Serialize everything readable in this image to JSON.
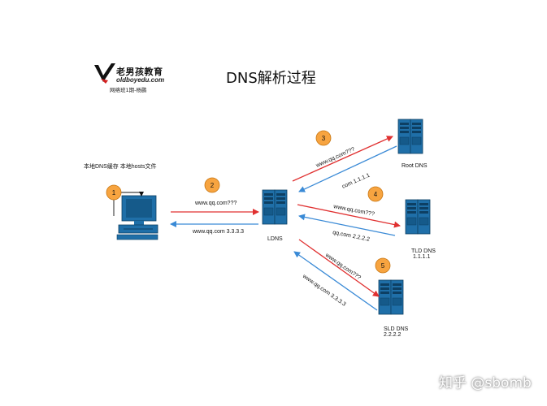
{
  "title": "DNS解析过程",
  "logo": {
    "name": "老男孩教育",
    "url": "oldboyedu.com",
    "subtitle": "网络班1期-杨鹏"
  },
  "local_label": "本地DNS缓存 本地hosts文件",
  "steps": [
    "1",
    "2",
    "3",
    "4",
    "5"
  ],
  "servers": {
    "ldns": "LDNS",
    "root": "Root DNS",
    "tld": "TLD DNS",
    "tld_ip": "1.1.1.1",
    "sld": "SLD DNS",
    "sld_ip": "2.2.2.2"
  },
  "messages": {
    "query_ldns": "www.qq.com???",
    "reply_ldns": "www.qq.com 3.3.3.3",
    "query_root": "www.qq.com???",
    "reply_root": "com 1.1.1.1",
    "query_tld": "www.qq.com???",
    "reply_tld": "qq.com 2.2.2.2",
    "query_sld": "www.qq.com???",
    "reply_sld": "www.qq.com 3.3.3.3"
  },
  "watermark": "知乎 @sbomb",
  "colors": {
    "request_arrow": "#e03030",
    "response_arrow": "#3a8ad6",
    "server_fill": "#1f6fa8",
    "step_fill": "#f7a440"
  }
}
